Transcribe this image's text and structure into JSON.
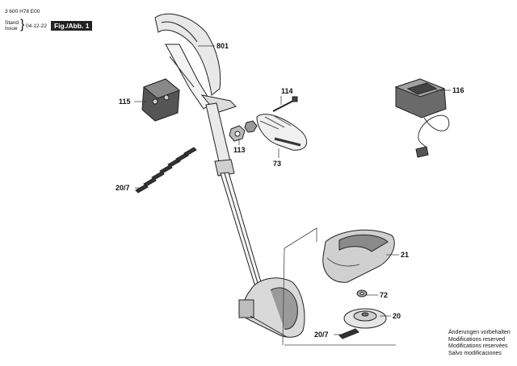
{
  "header": {
    "doc_number": "3 600 H78 E00",
    "stand_label": "Stand",
    "issue_label": "Issue",
    "date": "04-12-22",
    "figure_label": "Fig./Abb. 1"
  },
  "parts": [
    {
      "id": "p801",
      "label": "801",
      "description": "handle"
    },
    {
      "id": "p114",
      "label": "114",
      "description": "screw"
    },
    {
      "id": "p116",
      "label": "116",
      "description": "charger"
    },
    {
      "id": "p115",
      "label": "115",
      "description": "battery"
    },
    {
      "id": "p113",
      "label": "113",
      "description": "nut"
    },
    {
      "id": "p73",
      "label": "73",
      "description": "auxiliary handle"
    },
    {
      "id": "p20_7a",
      "label": "20/7",
      "description": "blades"
    },
    {
      "id": "p21",
      "label": "21",
      "description": "guard"
    },
    {
      "id": "p72",
      "label": "72",
      "description": "washer"
    },
    {
      "id": "p20",
      "label": "20",
      "description": "cutting disc"
    },
    {
      "id": "p20_7b",
      "label": "20/7",
      "description": "blade"
    }
  ],
  "footer_notes": [
    "Änderungen vorbehalten",
    "Modifications reserved",
    "Modifications reservées",
    "Salvo modificaciones"
  ]
}
